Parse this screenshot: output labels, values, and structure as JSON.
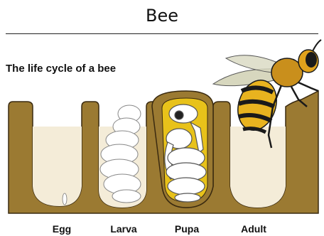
{
  "title": "Bee",
  "diagram": {
    "heading": "The life cycle of a bee",
    "stages": [
      "Egg",
      "Larva",
      "Pupa",
      "Adult"
    ]
  },
  "colors": {
    "comb_wax": "#9b7a32",
    "comb_outline": "#3a2a10",
    "cell_interior": "#f4ecd8",
    "pupa_capsule": "#e8c21a",
    "bee_yellow": "#e8b31f",
    "bee_black": "#1a1a1a"
  }
}
